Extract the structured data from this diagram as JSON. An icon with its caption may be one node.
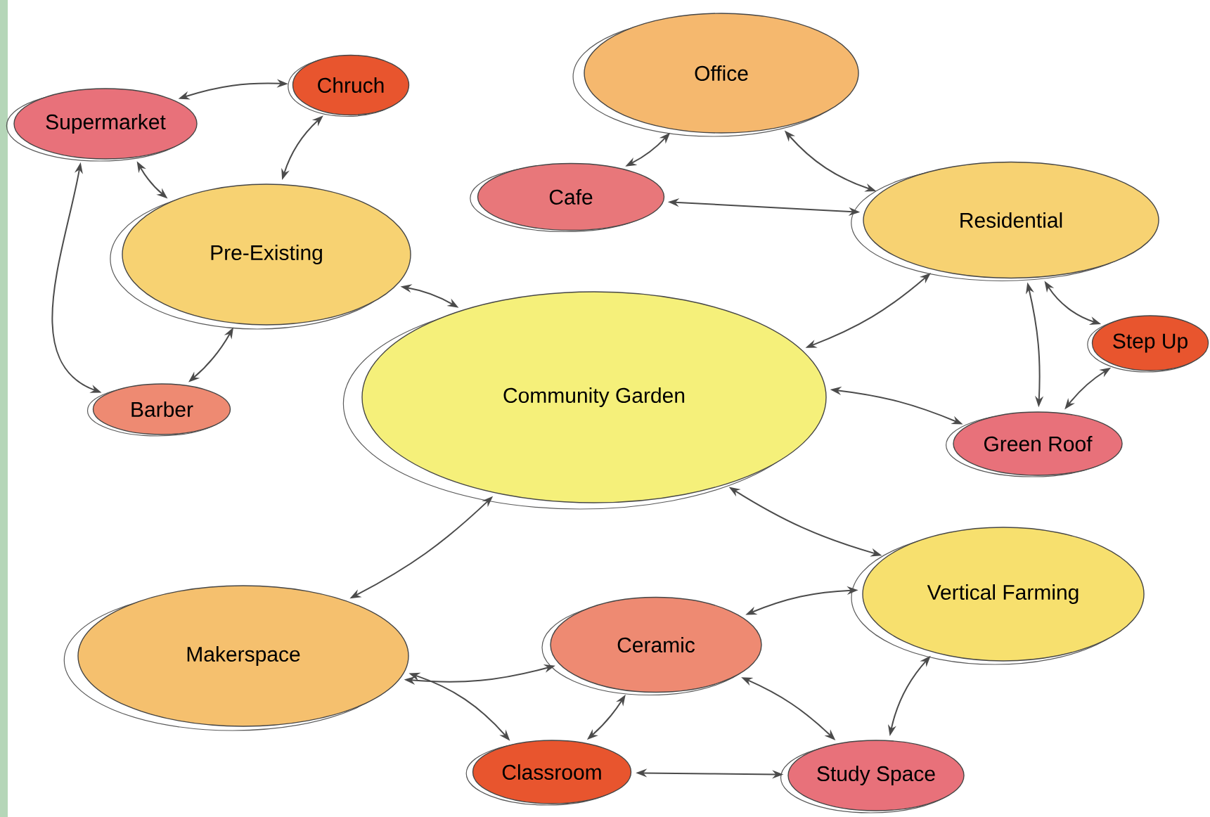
{
  "diagram": {
    "nodes": [
      {
        "text": [
          "Supermarket"
        ]
      },
      {
        "text": [
          "Chruch"
        ]
      },
      {
        "text": [
          "Office"
        ]
      },
      {
        "text": [
          "Cafe"
        ]
      },
      {
        "text": [
          "Pre-Existing"
        ]
      },
      {
        "text": [
          "Residential"
        ]
      },
      {
        "text": [
          "Community Garden"
        ]
      },
      {
        "text": [
          "Step Up"
        ]
      },
      {
        "text": [
          "Barber"
        ]
      },
      {
        "text": [
          "Green Roof"
        ]
      },
      {
        "text": [
          "Vertical Farming"
        ]
      },
      {
        "text": [
          "Makerspace"
        ]
      },
      {
        "text": [
          "Ceramic"
        ]
      },
      {
        "text": [
          "Classroom"
        ]
      },
      {
        "text": [
          "Study Space"
        ]
      }
    ],
    "edges": [
      {
        "from": 0,
        "to": 1,
        "arrow": "both"
      },
      {
        "from": 0,
        "to": 4,
        "arrow": "both"
      },
      {
        "from": 1,
        "to": 4,
        "arrow": "both"
      },
      {
        "from": 0,
        "to": 8,
        "arrow": "both"
      },
      {
        "from": 8,
        "to": 4,
        "arrow": "both"
      },
      {
        "from": 4,
        "to": 6,
        "arrow": "both"
      },
      {
        "from": 3,
        "to": 2,
        "arrow": "both"
      },
      {
        "from": 2,
        "to": 5,
        "arrow": "both"
      },
      {
        "from": 3,
        "to": 5,
        "arrow": "both"
      },
      {
        "from": 6,
        "to": 5,
        "arrow": "both"
      },
      {
        "from": 5,
        "to": 7,
        "arrow": "both"
      },
      {
        "from": 5,
        "to": 9,
        "arrow": "both"
      },
      {
        "from": 9,
        "to": 7,
        "arrow": "both"
      },
      {
        "from": 6,
        "to": 9,
        "arrow": "both"
      },
      {
        "from": 6,
        "to": 10,
        "arrow": "both"
      },
      {
        "from": 6,
        "to": 11,
        "arrow": "both"
      },
      {
        "from": 12,
        "to": 10,
        "arrow": "both"
      },
      {
        "from": 11,
        "to": 12,
        "arrow": "both"
      },
      {
        "from": 12,
        "to": 14,
        "arrow": "both"
      },
      {
        "from": 12,
        "to": 13,
        "arrow": "both"
      },
      {
        "from": 11,
        "to": 13,
        "arrow": "both"
      },
      {
        "from": 13,
        "to": 14,
        "arrow": "both"
      },
      {
        "from": 14,
        "to": 10,
        "arrow": "both"
      }
    ]
  }
}
